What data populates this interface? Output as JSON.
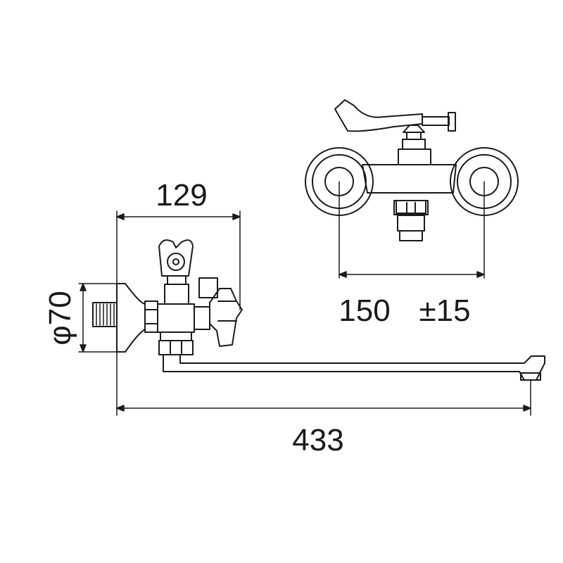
{
  "dimensions": {
    "width_top": "129",
    "diameter": "φ70",
    "spacing": "150",
    "tolerance": "±15",
    "overall_length": "433"
  },
  "colors": {
    "line": "#1a1a1a",
    "background": "#ffffff"
  }
}
